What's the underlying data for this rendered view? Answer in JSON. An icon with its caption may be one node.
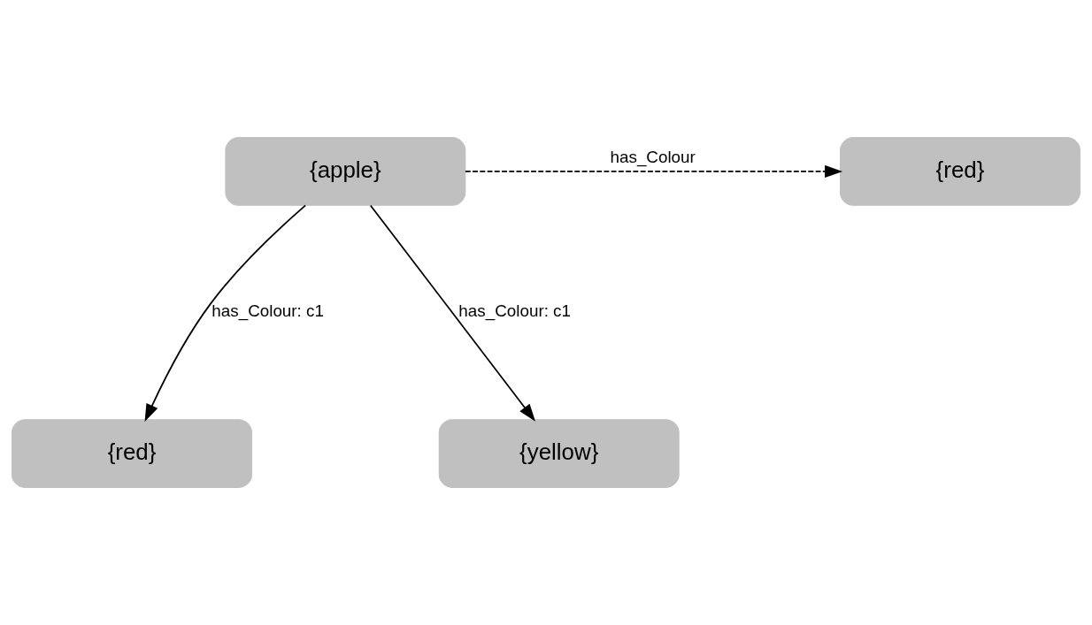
{
  "diagram": {
    "nodes": [
      {
        "text": [
          "{apple}"
        ]
      },
      {
        "text": [
          "{red}"
        ]
      },
      {
        "text": [
          "{red}"
        ]
      },
      {
        "text": [
          "{yellow}"
        ]
      }
    ],
    "edges": [
      {
        "from": 0,
        "to": 1,
        "arrow": "to",
        "label": "has_Colour",
        "style": "dashed"
      },
      {
        "from": 0,
        "to": 2,
        "arrow": "to",
        "label": "has_Colour: c1"
      },
      {
        "from": 0,
        "to": 3,
        "arrow": "to",
        "label": "has_Colour: c1"
      }
    ]
  }
}
